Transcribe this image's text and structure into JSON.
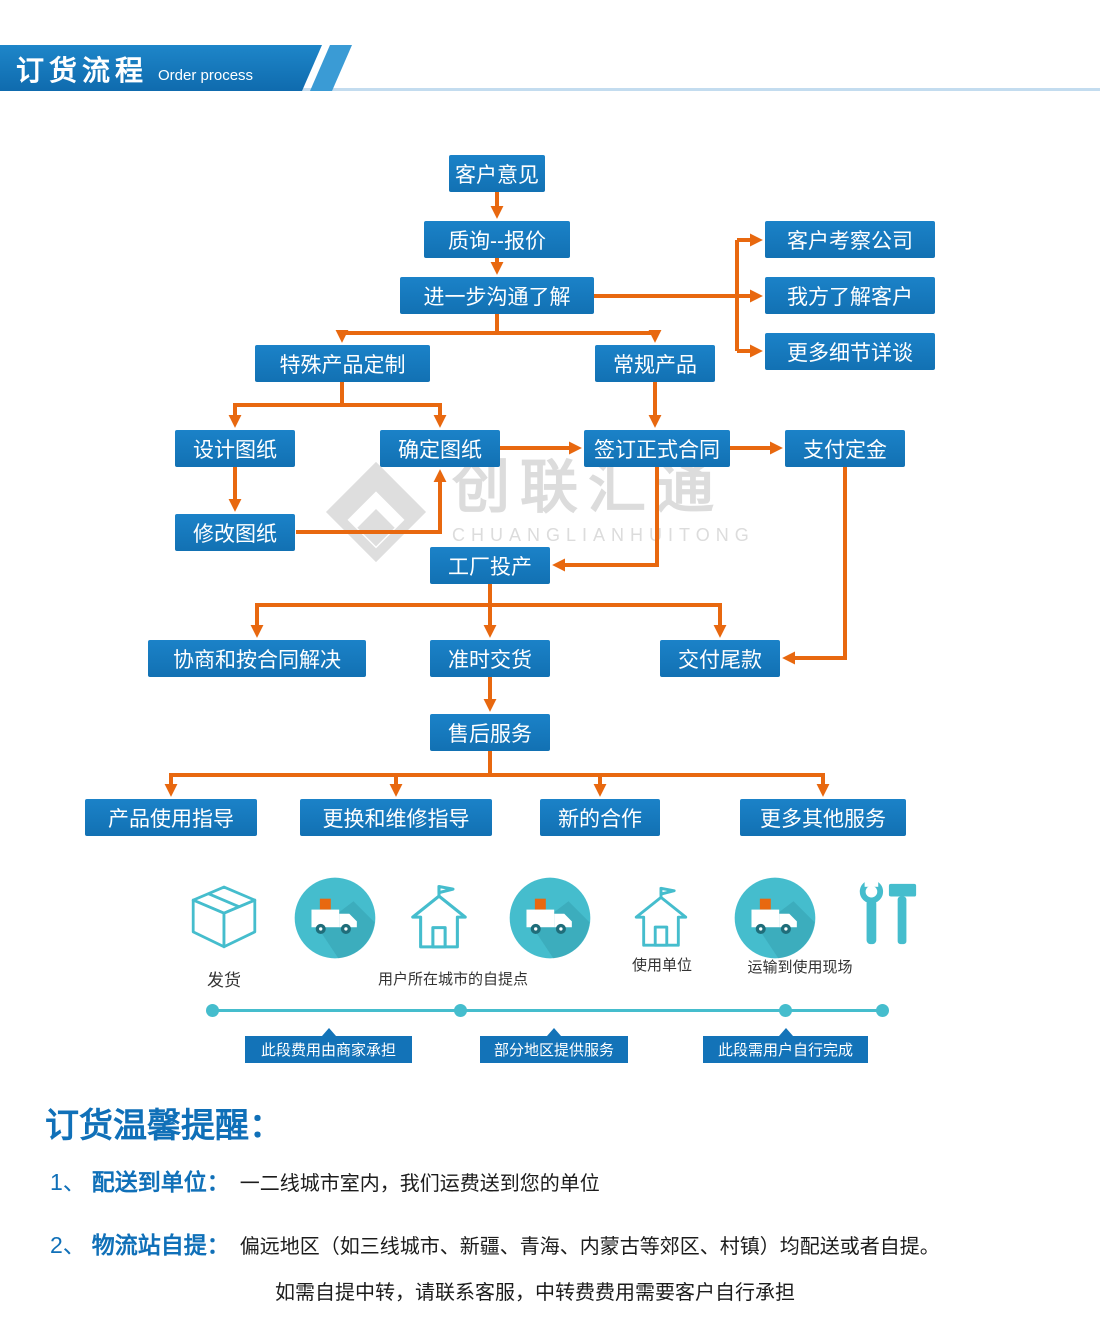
{
  "header": {
    "title": "订货流程",
    "subtitle": "Order process"
  },
  "watermark": {
    "logo": "diamond-logo-icon",
    "cn": "创联汇通",
    "en": "CHUANGLIANHUITONG"
  },
  "flow": {
    "nodes": {
      "customer_feedback": "客户意见",
      "inquiry_quote": "质询--报价",
      "further_communication": "进一步沟通了解",
      "customer_visit": "客户考察公司",
      "know_customer": "我方了解客户",
      "more_details": "更多细节详谈",
      "special_custom": "特殊产品定制",
      "regular_product": "常规产品",
      "design_drawing": "设计图纸",
      "confirm_drawing": "确定图纸",
      "sign_contract": "签订正式合同",
      "pay_deposit": "支付定金",
      "modify_drawing": "修改图纸",
      "factory_production": "工厂投产",
      "negotiate_resolve": "协商和按合同解决",
      "on_time_delivery": "准时交货",
      "pay_balance": "交付尾款",
      "after_sales": "售后服务",
      "usage_guidance": "产品使用指导",
      "repair_guidance": "更换和维修指导",
      "new_cooperation": "新的合作",
      "more_services": "更多其他服务"
    }
  },
  "logistics": {
    "icons": [
      "package-icon",
      "truck-icon",
      "house-icon",
      "truck-icon",
      "house-icon",
      "truck-icon",
      "tools-icon"
    ],
    "ship_label": "发货",
    "pickup_label": "用户所在城市的自提点",
    "user_unit_label": "使用单位",
    "transport_label": "运输到使用现场",
    "callouts": [
      "此段费用由商家承担",
      "部分地区提供服务",
      "此段需用户自行完成"
    ]
  },
  "reminder": {
    "title": "订货温馨提醒：",
    "item1_num": "1、",
    "item1_label": "配送到单位：",
    "item1_text": "一二线城市室内，我们运费送到您的单位",
    "item2_num": "2、",
    "item2_label": "物流站自提：",
    "item2_text": "偏远地区（如三线城市、新疆、青海、内蒙古等郊区、村镇）均配送或者自提。",
    "item2_text2": "如需自提中转，请联系客服，中转费费用需要客户自行承担"
  },
  "colors": {
    "node_blue": "#1577bd",
    "arrow_orange": "#e8680f",
    "teal": "#45bdcd",
    "callout_blue": "#1373b8",
    "header_blue": "#1273b8"
  }
}
